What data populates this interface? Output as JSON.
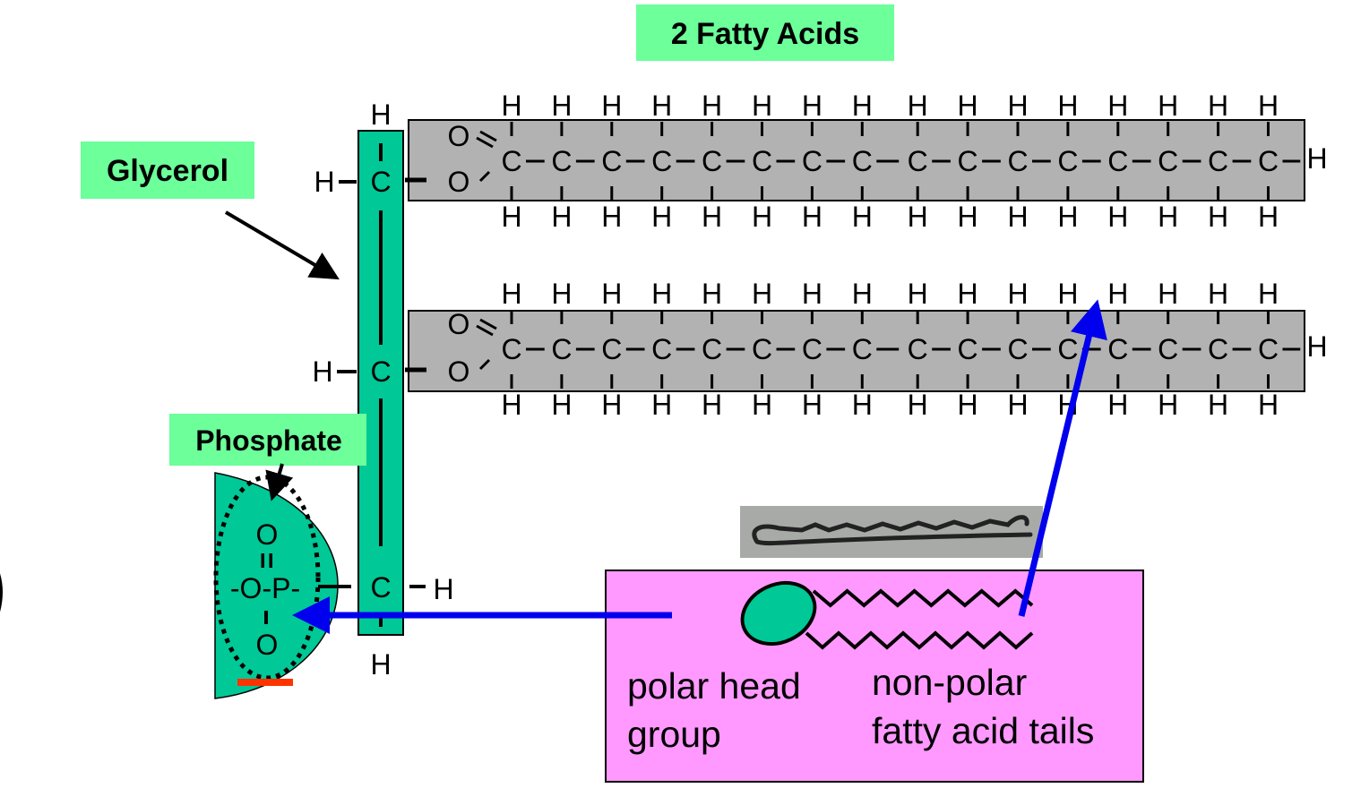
{
  "labels": {
    "fatty_acids": "2 Fatty Acids",
    "glycerol": "Glycerol",
    "phosphate": "Phosphate"
  },
  "legend": {
    "polar_head_line1": "polar head",
    "polar_head_line2": "group",
    "nonpolar_line1": "non-polar",
    "nonpolar_line2": "fatty acid tails"
  },
  "atoms": {
    "hydrogen": "H",
    "carbon": "C",
    "oxygen": "O",
    "phosphorus": "P"
  },
  "phosphate_formula": {
    "top": "O",
    "double_bond": "=",
    "middle": "-O-P-",
    "single_bond": "|",
    "bottom": "O"
  },
  "fatty_acid_chain": {
    "carbon_count": 16,
    "chains": 2
  },
  "colors": {
    "label_green": "#6cff9a",
    "glycerol_teal": "#00c896",
    "chain_gray": "#b2b2b2",
    "legend_pink": "#ff99ff",
    "arrow_blue": "#0000ee",
    "charge_red": "#ff3300"
  }
}
